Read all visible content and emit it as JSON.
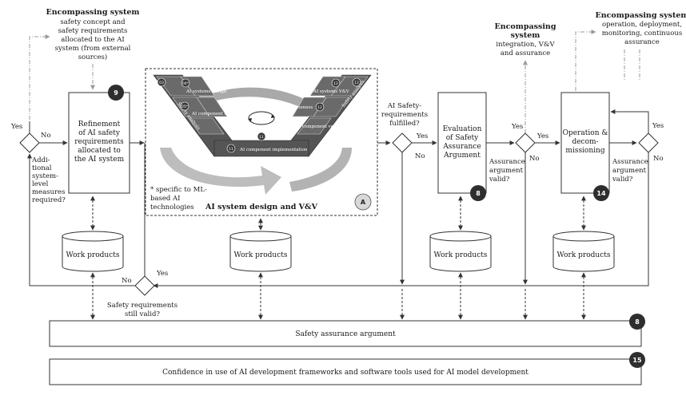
{
  "encompassing_left": {
    "title": "Encompassing system",
    "lines": [
      "safety concept and",
      "safety requirements",
      "allocated to the AI",
      "system (from external",
      "sources)"
    ]
  },
  "encompassing_mid": {
    "title_lines": [
      "Encompassing",
      "system"
    ],
    "lines": [
      "integration, V&V",
      "and assurance"
    ]
  },
  "encompassing_right": {
    "title": "Encompassing system",
    "lines": [
      "operation, deployment,",
      "monitoring, continuous",
      "assurance"
    ]
  },
  "refinement": {
    "lines": [
      "Refinement",
      "of AI safety",
      "requirements",
      "allocated to",
      "the AI system"
    ],
    "badge": "9"
  },
  "vmodel": {
    "footnote_lines": [
      "* specific to ML-",
      "based AI",
      "technologies"
    ],
    "title": "AI system design and V&V",
    "badge": "A",
    "left_cells": [
      {
        "num": "03",
        "label": "Safety analysis"
      },
      {
        "num": "04*",
        "label": "AI systems design"
      },
      {
        "num": "05*",
        "label": "AI component design"
      }
    ],
    "right_cells": [
      {
        "num": "12",
        "label": "Safety analysis"
      },
      {
        "num": "12",
        "label": "AI systems V&V"
      },
      {
        "num": "12",
        "label": "AI component verification"
      }
    ],
    "mid_left": "Data",
    "mid_right": "Completeness",
    "bottom_num": "11",
    "bottom_label": "AI component implementation",
    "center_num": "11"
  },
  "decision_left": {
    "yes": "Yes",
    "no": "No",
    "question_lines": [
      "Addi-",
      "tional",
      "system-",
      "level",
      "measures",
      "required?"
    ]
  },
  "decision_fulfilled": {
    "question_lines": [
      "AI Safety-",
      "requirements",
      "fulfilled?"
    ],
    "yes": "Yes",
    "no": "No"
  },
  "evaluation": {
    "lines": [
      "Evaluation",
      "of Safety",
      "Assurance",
      "Argument"
    ],
    "badge": "8"
  },
  "decision_valid_1": {
    "question_lines": [
      "Assurance",
      "argument",
      "valid?"
    ],
    "yes_top": "Yes",
    "yes_right": "Yes",
    "no": "No"
  },
  "operation": {
    "lines": [
      "Operation &",
      "decom-",
      "missioning"
    ],
    "badge": "14"
  },
  "decision_valid_2": {
    "question_lines": [
      "Assurance",
      "argument",
      "valid?"
    ],
    "yes": "Yes",
    "no": "No"
  },
  "work_products": [
    "Work products",
    "Work products",
    "Work products",
    "Work products"
  ],
  "decision_still_valid": {
    "question_lines": [
      "Safety requirements",
      "still valid?"
    ],
    "yes": "Yes",
    "no": "No"
  },
  "safety_assurance": {
    "label": "Safety assurance argument",
    "badge": "8"
  },
  "confidence": {
    "label": "Confidence in use of AI development frameworks and software tools used for AI model development",
    "badge": "15"
  }
}
